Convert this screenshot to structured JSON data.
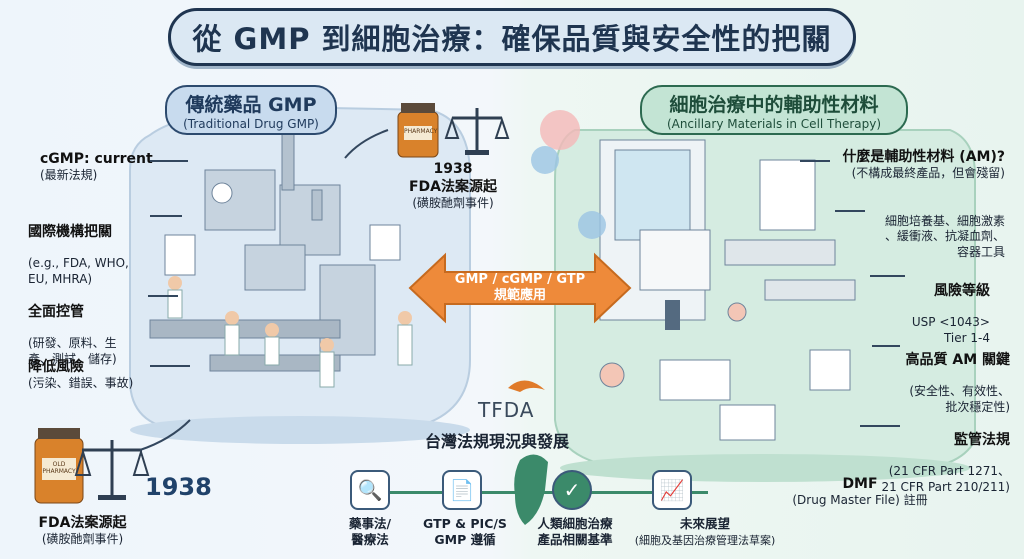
{
  "title": "從 GMP 到細胞治療：確保品質與安全性的把關",
  "left_header": {
    "title": "傳統藥品 GMP",
    "subtitle": "(Traditional Drug GMP)"
  },
  "right_header": {
    "title": "細胞治療中的輔助性材料",
    "subtitle": "(Ancillary Materials in Cell Therapy)"
  },
  "left_labels": [
    {
      "title": "cGMP: current",
      "detail": "(最新法規)"
    },
    {
      "title": "國際機構把關",
      "detail": "(e.g., FDA, WHO,\nEU, MHRA)"
    },
    {
      "title": "全面控管",
      "detail": "(研發、原料、生\n產、測試、儲存)"
    },
    {
      "title": "降低風險",
      "detail": "(污染、錯誤、事故)"
    }
  ],
  "history_top": {
    "bottle": "PHARMACY",
    "year": "1938",
    "title": "FDA法案源起",
    "detail": "(磺胺酏劑事件)"
  },
  "history_bottom": {
    "bottle": "OLD\nPHARMACY",
    "year": "1938",
    "title": "FDA法案源起",
    "detail": "(磺胺酏劑事件)"
  },
  "center_arrow": {
    "line1": "GMP / cGMP / GTP",
    "line2": "規範應用"
  },
  "right_labels": [
    {
      "title": "什麼是輔助性材料 (AM)?",
      "detail": "(不構成最終產品，但會殘留)"
    },
    {
      "title": "",
      "detail": "細胞培養基、細胞激素\n、緩衝液、抗凝血劑、\n容器工具"
    },
    {
      "title": "風險等級",
      "detail": "USP <1043>\nTier 1-4"
    },
    {
      "title": "高品質 AM 關鍵",
      "detail": "(安全性、有效性、\n批次穩定性)"
    },
    {
      "title": "監管法規",
      "detail": "(21 CFR Part 1271、\n21 CFR Part 210/211)"
    }
  ],
  "dmf": {
    "title": "DMF",
    "detail": "(Drug Master File) 註冊"
  },
  "tfda": {
    "logo": "TFDA",
    "heading": "台灣法規現況與發展"
  },
  "timeline": [
    {
      "icon": "document-search-icon",
      "label": "藥事法/\n醫療法",
      "detail": ""
    },
    {
      "icon": "document-check-icon",
      "label": "GTP & PIC/S\nGMP 遵循",
      "detail": ""
    },
    {
      "icon": "taiwan-map-icon",
      "label": "",
      "detail": ""
    },
    {
      "icon": "checkmark-icon",
      "label": "人類細胞治療\n產品相關基準",
      "detail": ""
    },
    {
      "icon": "growth-chart-icon",
      "label": "未來展望",
      "detail": "(細胞及基因治療管理法草案)"
    }
  ],
  "colors": {
    "left_bg": "#dde9f4",
    "right_bg": "#d5ece1",
    "title_border": "#1f3550",
    "arrow": "#ee8a3a",
    "accent_green": "#3b8a6a"
  }
}
